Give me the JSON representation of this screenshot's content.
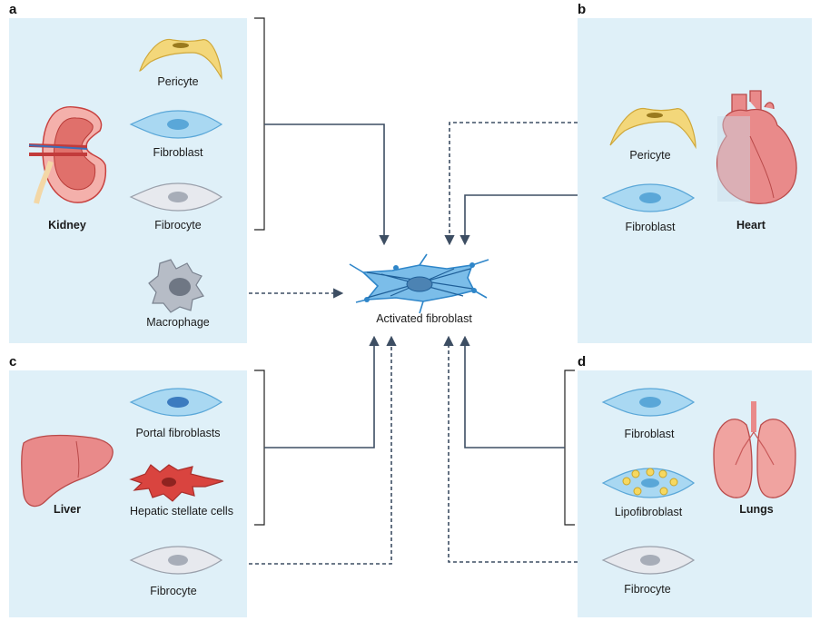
{
  "center": {
    "label": "Activated fibroblast"
  },
  "panels": {
    "a": {
      "letter": "a",
      "organ": "Kidney",
      "cells": [
        "Pericyte",
        "Fibroblast",
        "Fibrocyte",
        "Macrophage"
      ]
    },
    "b": {
      "letter": "b",
      "organ": "Heart",
      "cells": [
        "Pericyte",
        "Fibroblast"
      ]
    },
    "c": {
      "letter": "c",
      "organ": "Liver",
      "cells": [
        "Portal fibroblasts",
        "Hepatic stellate cells",
        "Fibrocyte"
      ]
    },
    "d": {
      "letter": "d",
      "organ": "Lungs",
      "cells": [
        "Fibroblast",
        "Lipofibroblast",
        "Fibrocyte"
      ]
    }
  },
  "colors": {
    "panel_bg": "#dff0f8",
    "arrow": "#3d4e63",
    "pericyte": "#f3d77a",
    "fibroblast": "#a9d8f2",
    "fibrocyte": "#dfe2e8",
    "macrophage": "#b6bcc6",
    "stellate": "#d9443f",
    "organ": "#e98a8a",
    "activated": "#2f86c9"
  }
}
